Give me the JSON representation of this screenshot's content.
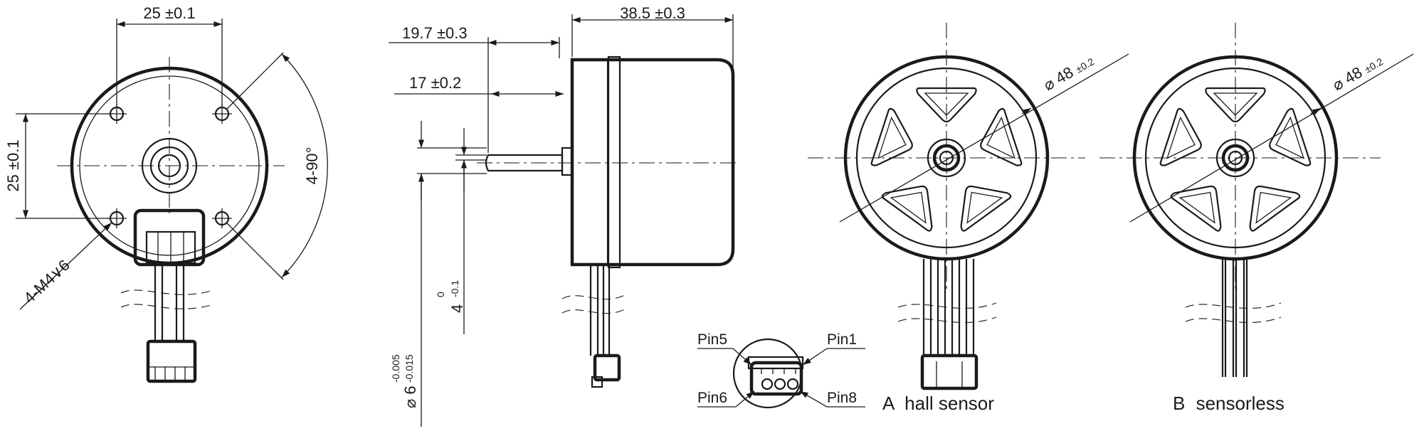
{
  "front_view": {
    "dim_top": "25",
    "dim_top_tol": "±0.1",
    "dim_left": "25",
    "dim_left_tol": "±0.1",
    "thread_label": "4-M4",
    "thread_depth": "6",
    "angle_label": "4-90°"
  },
  "side_view": {
    "dim_overall": "38.5",
    "dim_overall_tol": "±0.3",
    "dim_shaft1": "19.7",
    "dim_shaft1_tol": "±0.3",
    "dim_shaft2": "17",
    "dim_shaft2_tol": "±0.2",
    "flat_dim": "4",
    "flat_tol_upper": "0",
    "flat_tol_lower": "-0.1",
    "shaft_dia": "6",
    "shaft_dia_tol_upper": "-0.005",
    "shaft_dia_tol_lower": "-0.015"
  },
  "connector": {
    "pin5": "Pin5",
    "pin1": "Pin1",
    "pin6": "Pin6",
    "pin8": "Pin8"
  },
  "variant_a": {
    "letter": "A",
    "name": "hall sensor",
    "diameter": "48",
    "diameter_tol": "±0.2"
  },
  "variant_b": {
    "letter": "B",
    "name": "sensorless",
    "diameter": "48",
    "diameter_tol": "±0.2"
  }
}
